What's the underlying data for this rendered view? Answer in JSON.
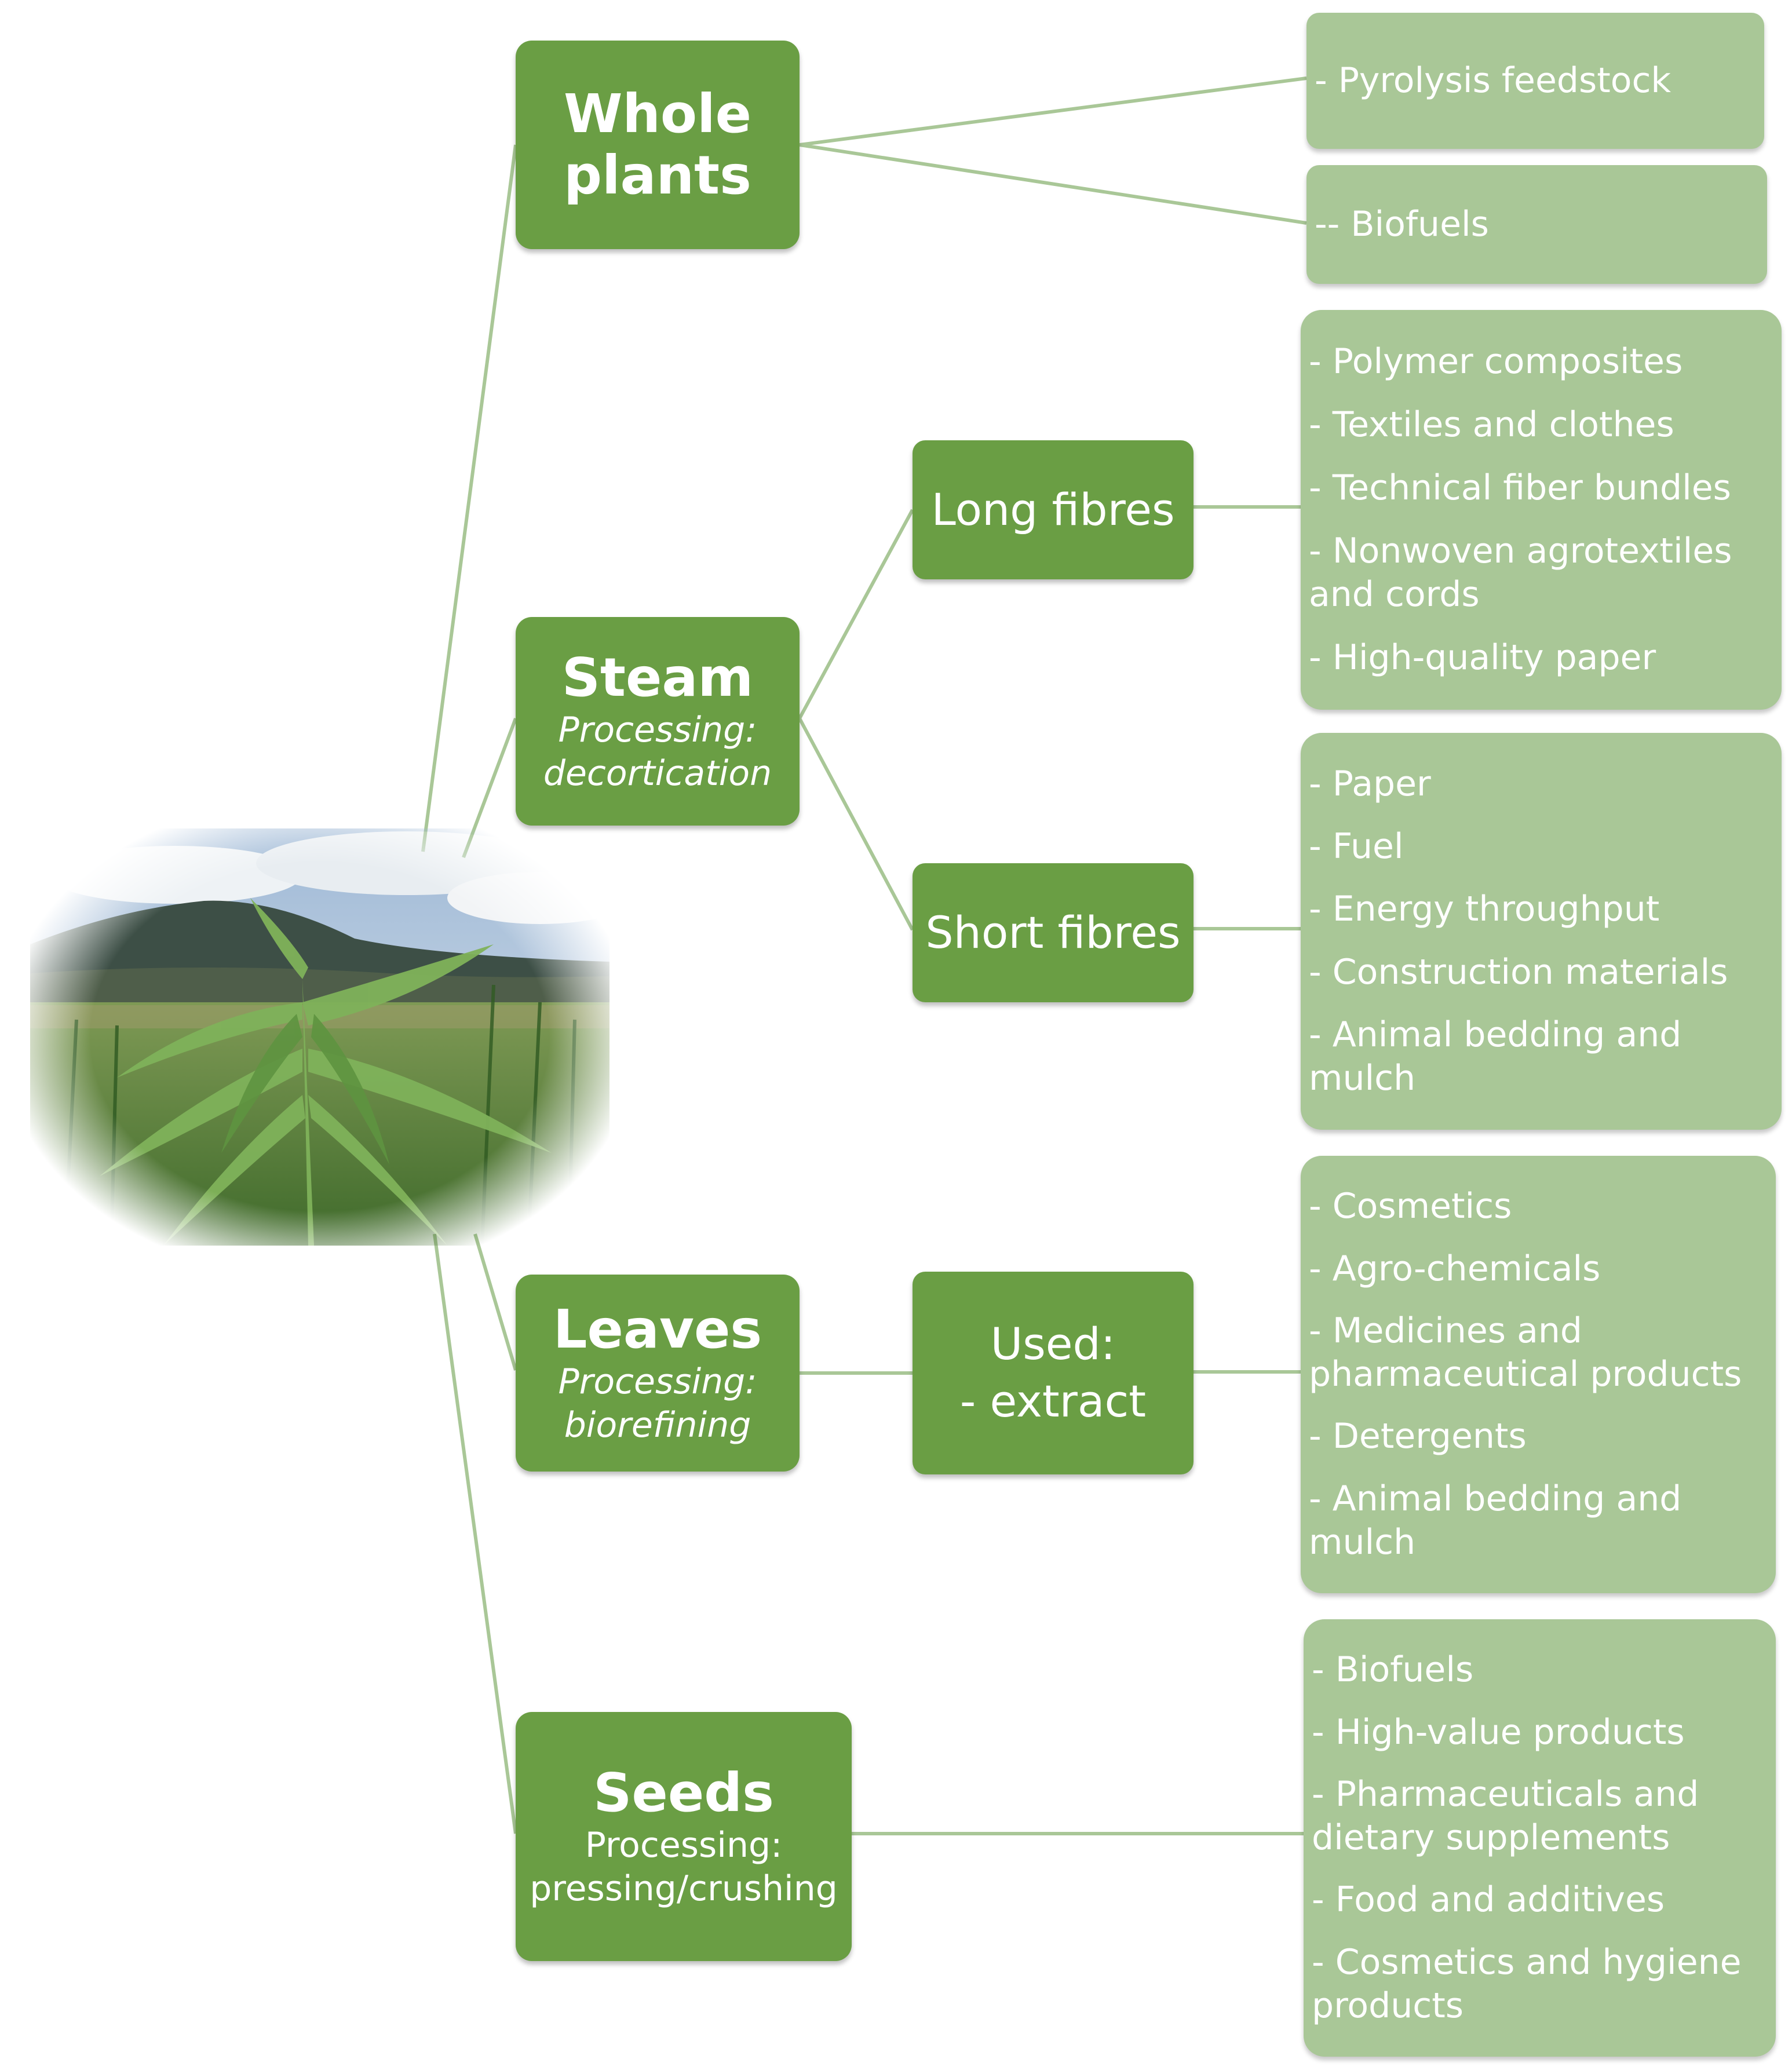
{
  "colors": {
    "primary_node": "#6a9e44",
    "leaf_box": "#a9c797",
    "connector": "#a9c797",
    "text": "#ffffff"
  },
  "photo": {
    "subject": "hemp-plants-field-image"
  },
  "whole_plants": {
    "title_line1": "Whole",
    "title_line2": "plants"
  },
  "steam": {
    "title": "Steam",
    "sub_line1": "Processing:",
    "sub_line2": "decortication"
  },
  "leaves": {
    "title": "Leaves",
    "sub_line1": "Processing:",
    "sub_line2": "biorefining"
  },
  "seeds": {
    "title": "Seeds",
    "sub_line1": "Processing:",
    "sub_line2": "pressing/crushing"
  },
  "long_fibres": {
    "label": "Long fibres"
  },
  "short_fibres": {
    "label": "Short fibres"
  },
  "used": {
    "line1": "Used:",
    "line2": "- extract"
  },
  "leaf_lists": {
    "pyrolysis": [
      "- Pyrolysis feedstock"
    ],
    "biofuels_whole": [
      "-- Biofuels"
    ],
    "long": [
      "- Polymer composites",
      "- Textiles and clothes",
      "- Technical fiber bundles",
      "- Nonwoven agrotextiles and cords",
      "- High-quality paper"
    ],
    "short": [
      "- Paper",
      "- Fuel",
      "- Energy throughput",
      "- Construction materials",
      "- Animal bedding and mulch"
    ],
    "leaves": [
      "- Cosmetics",
      "- Agro-chemicals",
      "- Medicines and pharmaceutical products",
      "- Detergents",
      "- Animal bedding and mulch"
    ],
    "seeds": [
      "- Biofuels",
      "- High-value products",
      "- Pharmaceuticals and dietary supplements",
      "- Food and additives",
      "- Cosmetics and hygiene products"
    ]
  }
}
